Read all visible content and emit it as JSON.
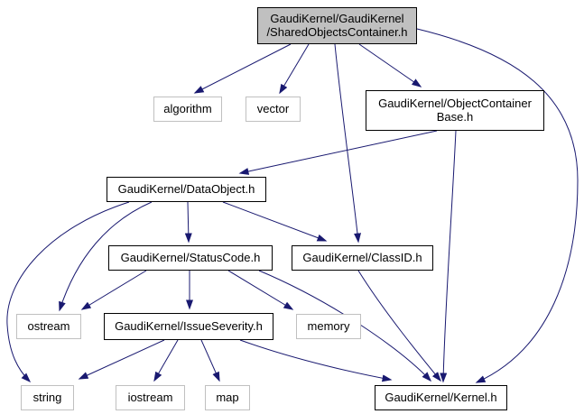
{
  "diagram": {
    "kind": "include-dependency-graph",
    "colors": {
      "edge": "#191970",
      "root_node_fill": "#c0c0c0",
      "project_node_border": "#000000",
      "system_node_border": "#c0c0c0",
      "background": "#ffffff",
      "text": "#000000"
    },
    "nodes": [
      {
        "id": "shared-objects-container",
        "label": "GaudiKernel/GaudiKernel\n/SharedObjectsContainer.h",
        "type": "root"
      },
      {
        "id": "algorithm",
        "label": "algorithm",
        "type": "system"
      },
      {
        "id": "vector",
        "label": "vector",
        "type": "system"
      },
      {
        "id": "object-container-base",
        "label": "GaudiKernel/ObjectContainer\nBase.h",
        "type": "project"
      },
      {
        "id": "data-object",
        "label": "GaudiKernel/DataObject.h",
        "type": "project"
      },
      {
        "id": "status-code",
        "label": "GaudiKernel/StatusCode.h",
        "type": "project"
      },
      {
        "id": "class-id",
        "label": "GaudiKernel/ClassID.h",
        "type": "project"
      },
      {
        "id": "ostream",
        "label": "ostream",
        "type": "system"
      },
      {
        "id": "issue-severity",
        "label": "GaudiKernel/IssueSeverity.h",
        "type": "project"
      },
      {
        "id": "memory",
        "label": "memory",
        "type": "system"
      },
      {
        "id": "string",
        "label": "string",
        "type": "system"
      },
      {
        "id": "iostream",
        "label": "iostream",
        "type": "system"
      },
      {
        "id": "map",
        "label": "map",
        "type": "system"
      },
      {
        "id": "kernel",
        "label": "GaudiKernel/Kernel.h",
        "type": "project"
      }
    ],
    "edges": [
      {
        "from": "shared-objects-container",
        "to": "algorithm"
      },
      {
        "from": "shared-objects-container",
        "to": "vector"
      },
      {
        "from": "shared-objects-container",
        "to": "object-container-base"
      },
      {
        "from": "shared-objects-container",
        "to": "class-id"
      },
      {
        "from": "shared-objects-container",
        "to": "kernel"
      },
      {
        "from": "object-container-base",
        "to": "data-object"
      },
      {
        "from": "object-container-base",
        "to": "kernel"
      },
      {
        "from": "data-object",
        "to": "status-code"
      },
      {
        "from": "data-object",
        "to": "class-id"
      },
      {
        "from": "data-object",
        "to": "ostream"
      },
      {
        "from": "data-object",
        "to": "string"
      },
      {
        "from": "status-code",
        "to": "ostream"
      },
      {
        "from": "status-code",
        "to": "issue-severity"
      },
      {
        "from": "status-code",
        "to": "memory"
      },
      {
        "from": "status-code",
        "to": "kernel"
      },
      {
        "from": "class-id",
        "to": "kernel"
      },
      {
        "from": "issue-severity",
        "to": "string"
      },
      {
        "from": "issue-severity",
        "to": "iostream"
      },
      {
        "from": "issue-severity",
        "to": "map"
      },
      {
        "from": "issue-severity",
        "to": "kernel"
      }
    ]
  }
}
